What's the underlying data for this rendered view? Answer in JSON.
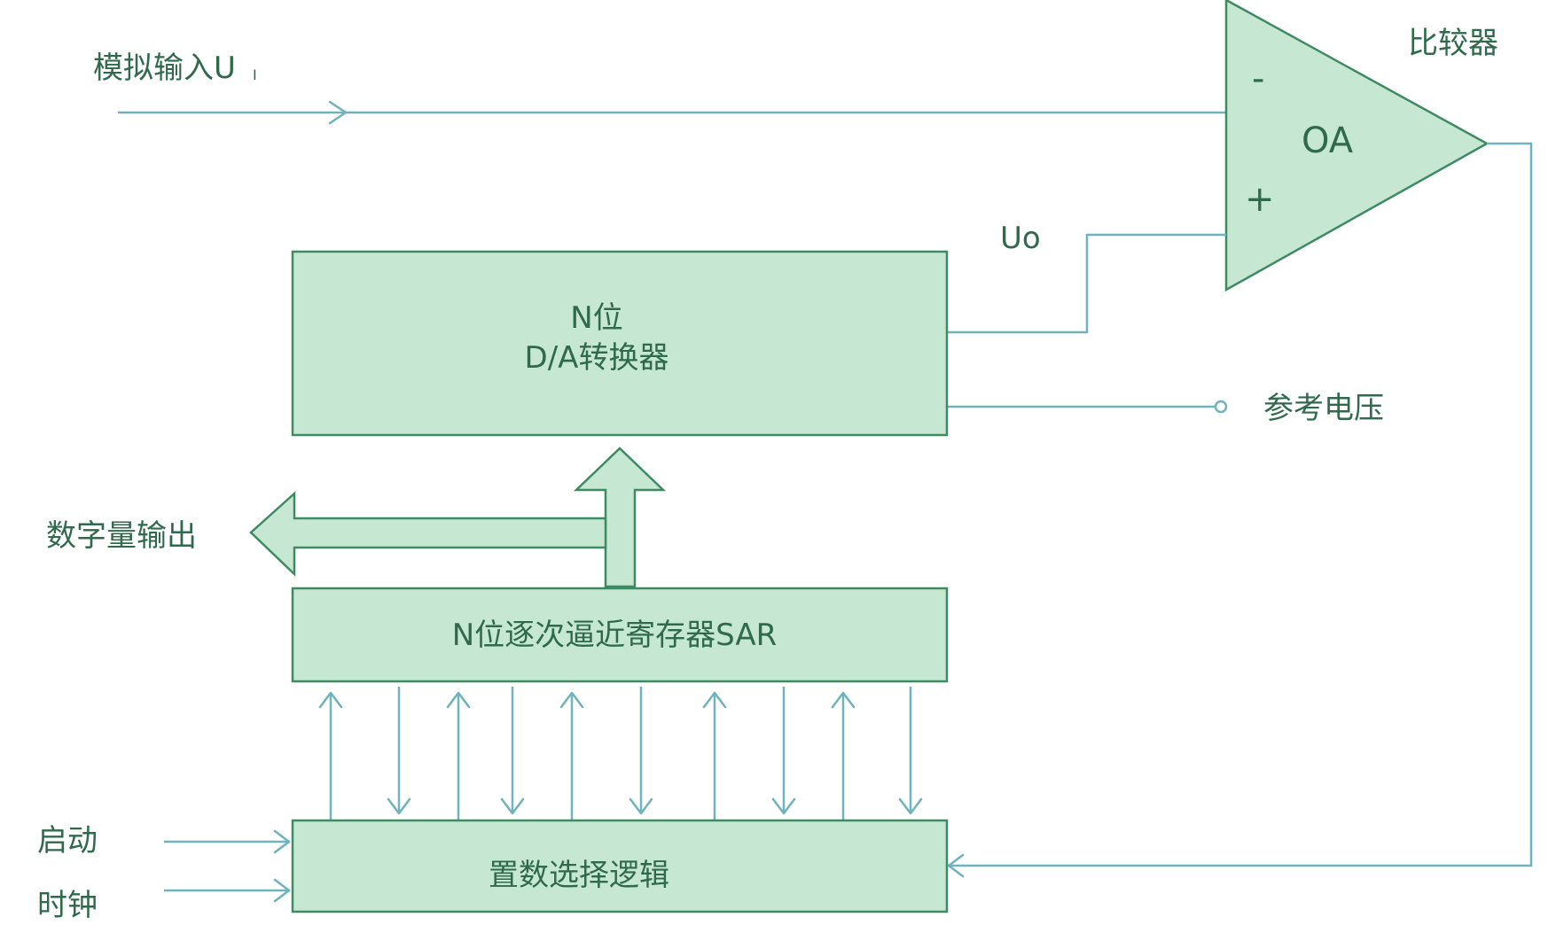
{
  "labels": {
    "analog_input": "模拟输入U",
    "analog_input_sub": "I",
    "comparator": "比较器",
    "uo": "Uo",
    "reference_voltage": "参考电压",
    "digital_output": "数字量输出",
    "start": "启动",
    "clock": "时钟"
  },
  "blocks": {
    "dac_line1": "N位",
    "dac_line2": "D/A转换器",
    "sar": "N位逐次逼近寄存器SAR",
    "logic": "置数选择逻辑"
  },
  "op_amp": {
    "name": "OA",
    "minus": "-",
    "plus": "+"
  },
  "colors": {
    "block_fill": "#c6e8d3",
    "block_stroke": "#3e8a62",
    "wire": "#6fb3bd",
    "text": "#2f6a4c"
  }
}
